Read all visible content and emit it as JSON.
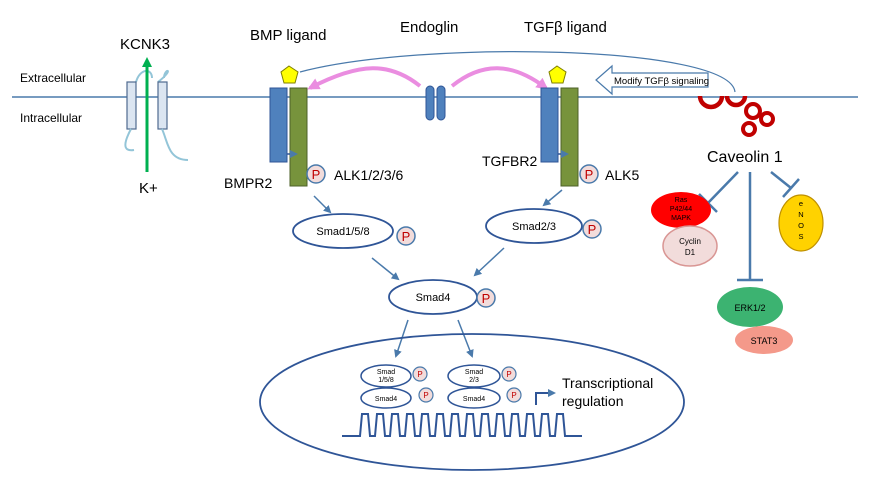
{
  "labels": {
    "kcnk3": "KCNK3",
    "bmp_ligand": "BMP ligand",
    "endoglin": "Endoglin",
    "tgfb_ligand": "TGFβ ligand",
    "extracellular": "Extracellular",
    "intracellular": "Intracellular",
    "modify_tgfb": "Modify TGFβ signaling",
    "bmpr2": "BMPR2",
    "alk1236": "ALK1/2/3/6",
    "tgfbr2": "TGFBR2",
    "alk5": "ALK5",
    "caveolin": "Caveolin 1",
    "k_plus": "K+",
    "p": "P",
    "smad158": "Smad1/5/8",
    "smad23": "Smad2/3",
    "smad4": "Smad4",
    "nuc_smad158_l1": "Smad",
    "nuc_smad158_l2": "1/5/8",
    "nuc_smad23_l1": "Smad",
    "nuc_smad23_l2": "2/3",
    "nuc_smad4": "Smad4",
    "transcriptional_l1": "Transcriptional",
    "transcriptional_l2": "regulation",
    "ras_l1": "Ras",
    "ras_l2": "P42/44",
    "ras_l3": "MAPK",
    "cyclin_l1": "Cyclin",
    "cyclin_l2": "D1",
    "enos_l1": "e",
    "enos_l2": "N",
    "enos_l3": "O",
    "enos_l4": "S",
    "erk": "ERK1/2",
    "stat3": "STAT3"
  },
  "colors": {
    "membrane": "#4a7aab",
    "receptor_blue": "#4f81bd",
    "receptor_green": "#77933c",
    "ligand_yellow": "#ffff00",
    "pink_arrow": "#ea8de0",
    "caveolin_red": "#c00000",
    "green_arrow": "#00b050",
    "ras_red": "#ff0000",
    "cyclin_pink": "#f2dcdb",
    "enos_yellow": "#ffd200",
    "erk_green": "#3cb371",
    "stat3_salmon": "#f4998a",
    "text": "#000000"
  }
}
